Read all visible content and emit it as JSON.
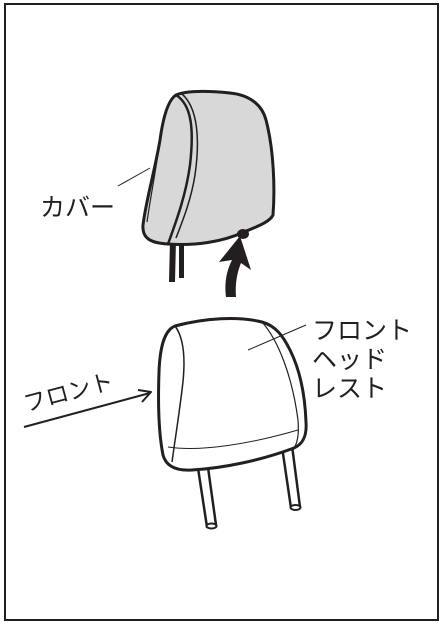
{
  "labels": {
    "cover": "カバー",
    "front_headrest_line1": "フロント",
    "front_headrest_line2": "ヘッド",
    "front_headrest_line3": "レスト",
    "front_direction": "フロント"
  },
  "colors": {
    "line": "#231f20",
    "cover_fill": "#d8d8d8",
    "headrest_fill": "#ffffff",
    "background": "#ffffff"
  },
  "icons": {
    "arrow": "install-arrow-icon"
  }
}
